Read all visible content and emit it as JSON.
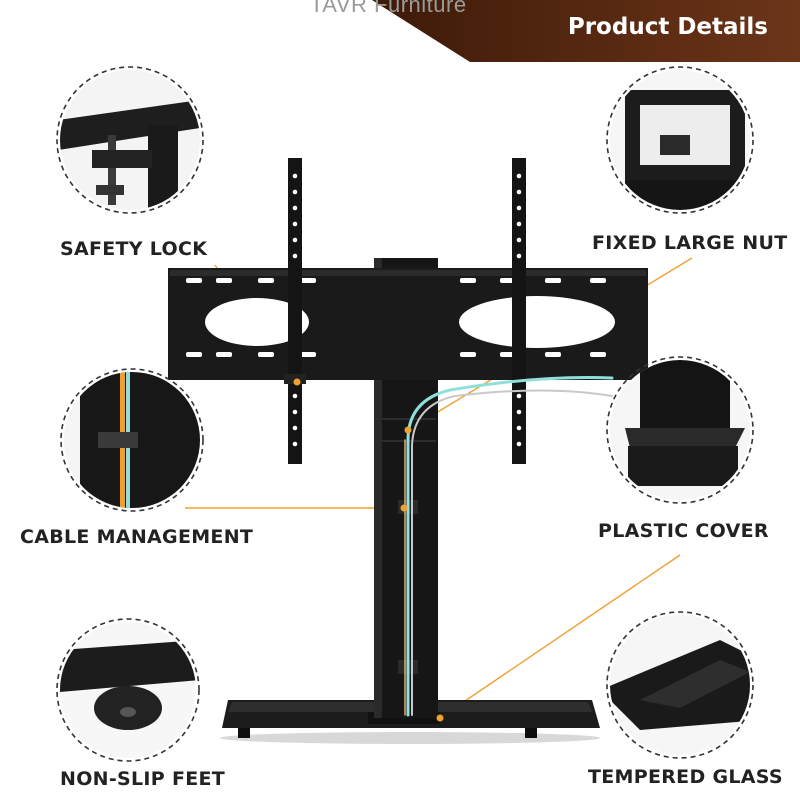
{
  "brand": {
    "text": "TAVR Furniture"
  },
  "banner": {
    "title": "Product Details",
    "color": "#5a2a12"
  },
  "callouts": {
    "safety_lock": "SAFETY LOCK",
    "fixed_large_nut": "FIXED LARGE NUT",
    "cable_management": "CABLE MANAGEMENT",
    "plastic_cover": "PLASTIC COVER",
    "non_slip_feet": "NON-SLIP FEET",
    "tempered_glass": "TEMPERED GLASS"
  },
  "colors": {
    "leader_line": "#f0a030",
    "cable_cyan": "#8fe0dc",
    "stand": "#161616"
  }
}
